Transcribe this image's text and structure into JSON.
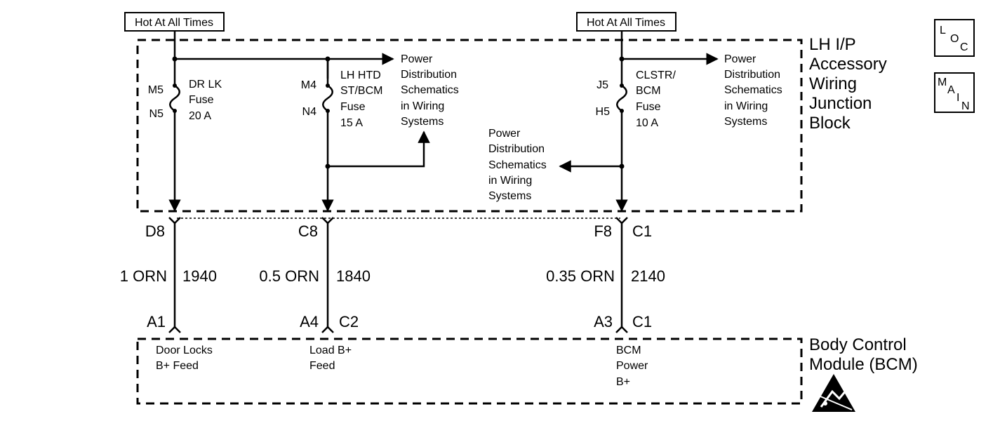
{
  "hot_labels": [
    "Hot At All Times",
    "Hot At All Times"
  ],
  "junction_block": {
    "line1": "LH I/P",
    "line2": "Accessory",
    "line3": "Wiring",
    "line4": "Junction",
    "line5": "Block"
  },
  "bcm": {
    "line1": "Body Control",
    "line2": "Module (BCM)"
  },
  "buttons": {
    "loc": [
      "L",
      "O",
      "C"
    ],
    "main": [
      "M",
      "A",
      "I",
      "N"
    ]
  },
  "fuses": [
    {
      "top_pin": "M5",
      "bottom_pin": "N5",
      "name": [
        "DR LK",
        "Fuse",
        "20 A"
      ]
    },
    {
      "top_pin": "M4",
      "bottom_pin": "N4",
      "name": [
        "LH HTD",
        "ST/BCM",
        "Fuse",
        "15 A"
      ]
    },
    {
      "top_pin": "J5",
      "bottom_pin": "H5",
      "name": [
        "CLSTR/",
        "BCM",
        "Fuse",
        "10 A"
      ]
    }
  ],
  "power_dist": {
    "top_left": [
      "Power",
      "Distribution",
      "Schematics",
      "in Wiring",
      "Systems"
    ],
    "top_right": [
      "Power",
      "Distribution",
      "Schematics",
      "in Wiring",
      "Systems"
    ],
    "mid": [
      "Power",
      "Distribution",
      "Schematics",
      "in Wiring",
      "Systems"
    ]
  },
  "connectors": {
    "top": [
      "D8",
      "C8",
      "F8",
      "C1"
    ],
    "bottom": [
      "A1",
      "A4",
      "C2",
      "A3",
      "C1"
    ]
  },
  "wires": [
    {
      "gauge": "1 ORN",
      "circuit": "1940"
    },
    {
      "gauge": "0.5 ORN",
      "circuit": "1840"
    },
    {
      "gauge": "0.35 ORN",
      "circuit": "2140"
    }
  ],
  "bcm_pins": {
    "door_locks": [
      "Door Locks",
      "B+ Feed"
    ],
    "load": [
      "Load B+",
      "Feed"
    ],
    "bcm_power": [
      "BCM",
      "Power",
      "B+"
    ]
  }
}
